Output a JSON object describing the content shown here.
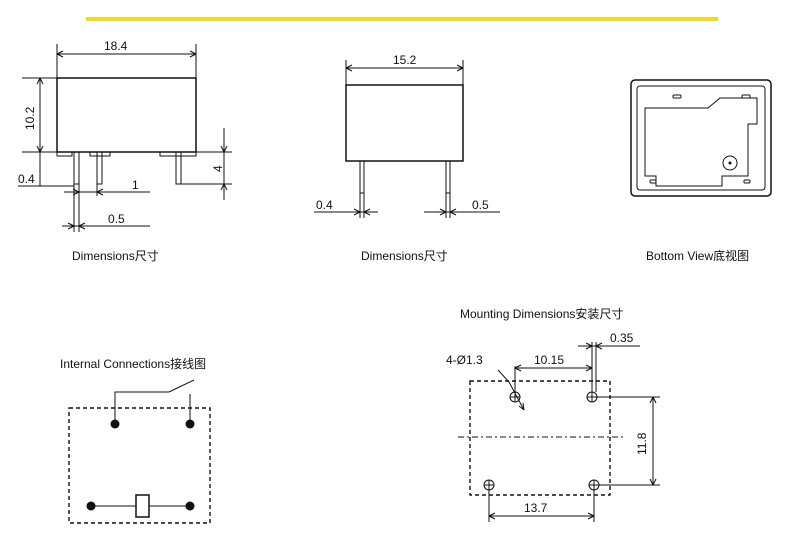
{
  "colors": {
    "accent_bar": "#f5d62a",
    "ink": "#111111"
  },
  "side_view": {
    "caption": "Dimensions尺寸",
    "width_label": "18.4",
    "height_label": "10.2",
    "pin_len_label": "4",
    "pin_thk_label": "0.4",
    "pin_gap_label": "1",
    "pin_w_label": "0.5"
  },
  "front_view": {
    "caption": "Dimensions尺寸",
    "width_label": "15.2",
    "pin_thk_label": "0.4",
    "pin_w_label": "0.5"
  },
  "bottom_view": {
    "caption": "Bottom View底视图"
  },
  "internal": {
    "caption": "Internal  Connections接线图"
  },
  "mounting": {
    "title": "Mounting Dimensions安装尺寸",
    "hole_label": "4-Ø1.3",
    "dx_label": "10.15",
    "off_label": "0.35",
    "h_label": "11.8",
    "w_label": "13.7"
  }
}
